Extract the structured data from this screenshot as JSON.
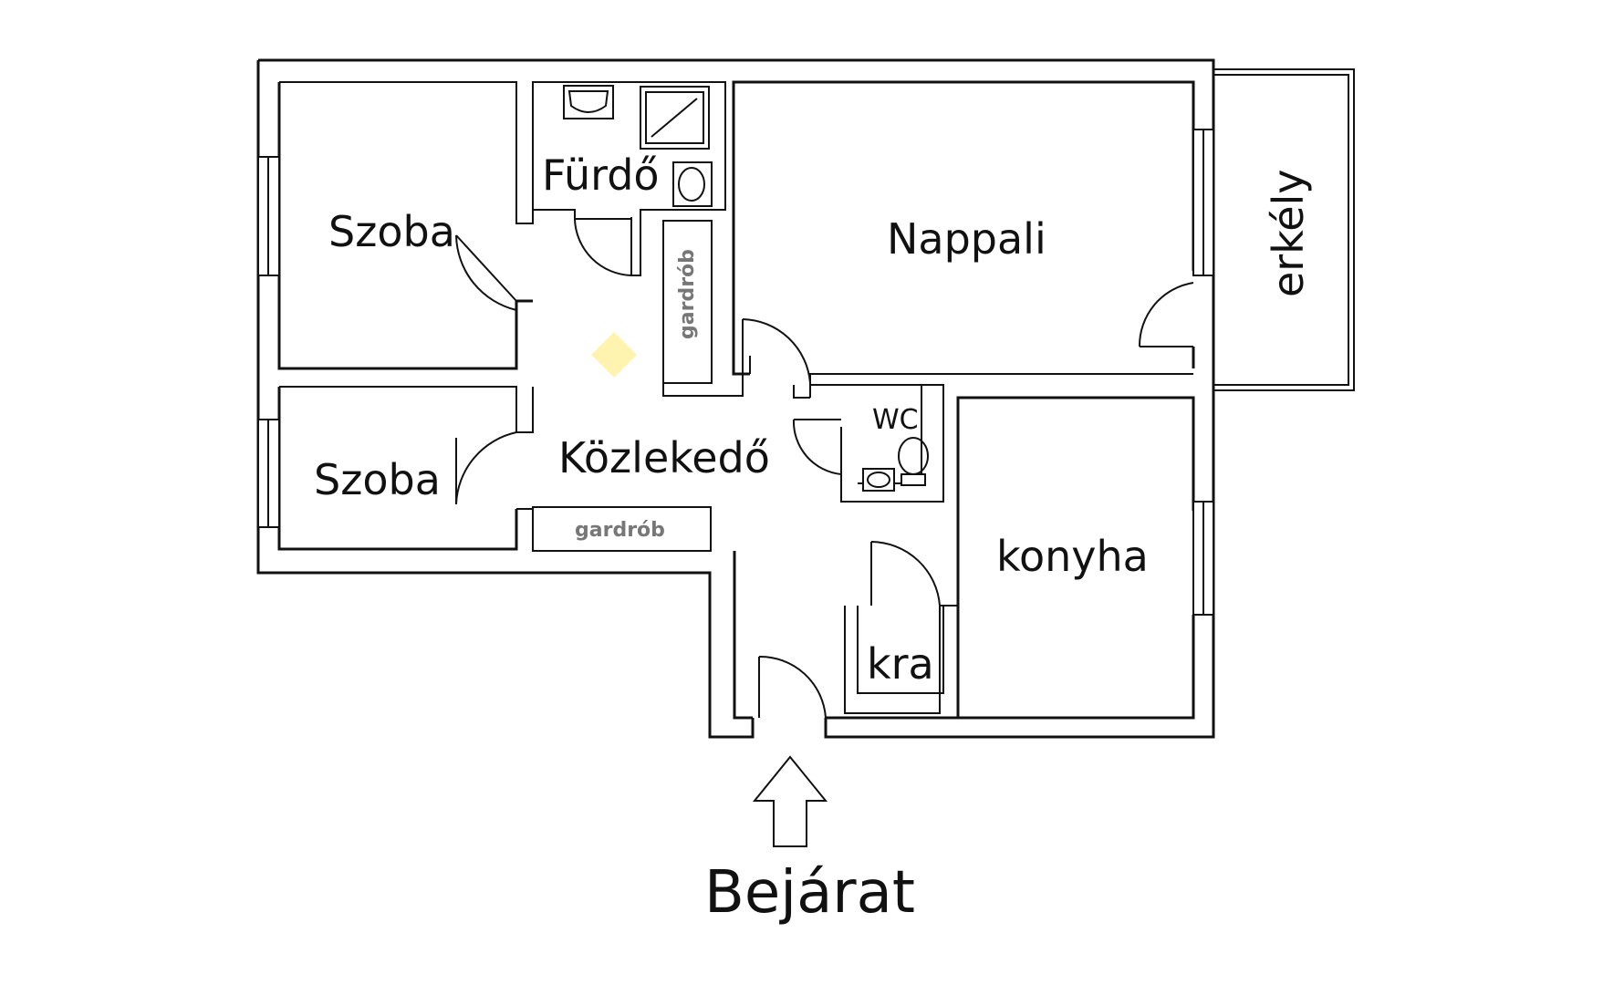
{
  "rooms": {
    "szoba1": "Szoba",
    "szoba2": "Szoba",
    "furdo": "Fürdő",
    "nappali": "Nappali",
    "erkely": "erkély",
    "kozlekedo": "Közlekedő",
    "wc": "WC",
    "konyha": "konyha",
    "kra": "kra",
    "gardrob1": "gardrób",
    "gardrob2": "gardrób"
  },
  "entrance": {
    "label": "Bejárat",
    "arrow_icon": "up-arrow-icon"
  },
  "colors": {
    "wall": "#111111",
    "closet_text": "#777777",
    "watermark": "#fff3b0"
  }
}
